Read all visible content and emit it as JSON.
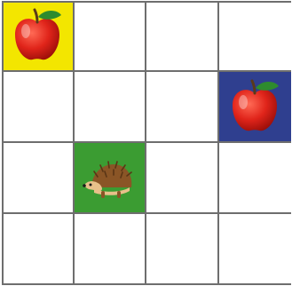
{
  "board": {
    "rows": 4,
    "cols": 4,
    "cells": [
      {
        "row": 0,
        "col": 0,
        "content": "apple-icon",
        "highlight": "#f3e600"
      },
      {
        "row": 0,
        "col": 1,
        "content": "",
        "highlight": ""
      },
      {
        "row": 0,
        "col": 2,
        "content": "",
        "highlight": ""
      },
      {
        "row": 0,
        "col": 3,
        "content": "",
        "highlight": ""
      },
      {
        "row": 1,
        "col": 0,
        "content": "",
        "highlight": ""
      },
      {
        "row": 1,
        "col": 1,
        "content": "",
        "highlight": ""
      },
      {
        "row": 1,
        "col": 2,
        "content": "",
        "highlight": ""
      },
      {
        "row": 1,
        "col": 3,
        "content": "apple-icon",
        "highlight": "#2f3f8f"
      },
      {
        "row": 2,
        "col": 0,
        "content": "",
        "highlight": ""
      },
      {
        "row": 2,
        "col": 1,
        "content": "hedgehog-icon",
        "highlight": "#3b9c32"
      },
      {
        "row": 2,
        "col": 2,
        "content": "",
        "highlight": ""
      },
      {
        "row": 2,
        "col": 3,
        "content": "",
        "highlight": ""
      },
      {
        "row": 3,
        "col": 0,
        "content": "",
        "highlight": ""
      },
      {
        "row": 3,
        "col": 1,
        "content": "",
        "highlight": ""
      },
      {
        "row": 3,
        "col": 2,
        "content": "",
        "highlight": ""
      },
      {
        "row": 3,
        "col": 3,
        "content": "",
        "highlight": ""
      }
    ]
  },
  "colors": {
    "grid_line": "#6e6e6e",
    "apple_red": "#e0241a",
    "leaf_green": "#2e8b2e",
    "hedgehog_brown": "#b8773a"
  }
}
